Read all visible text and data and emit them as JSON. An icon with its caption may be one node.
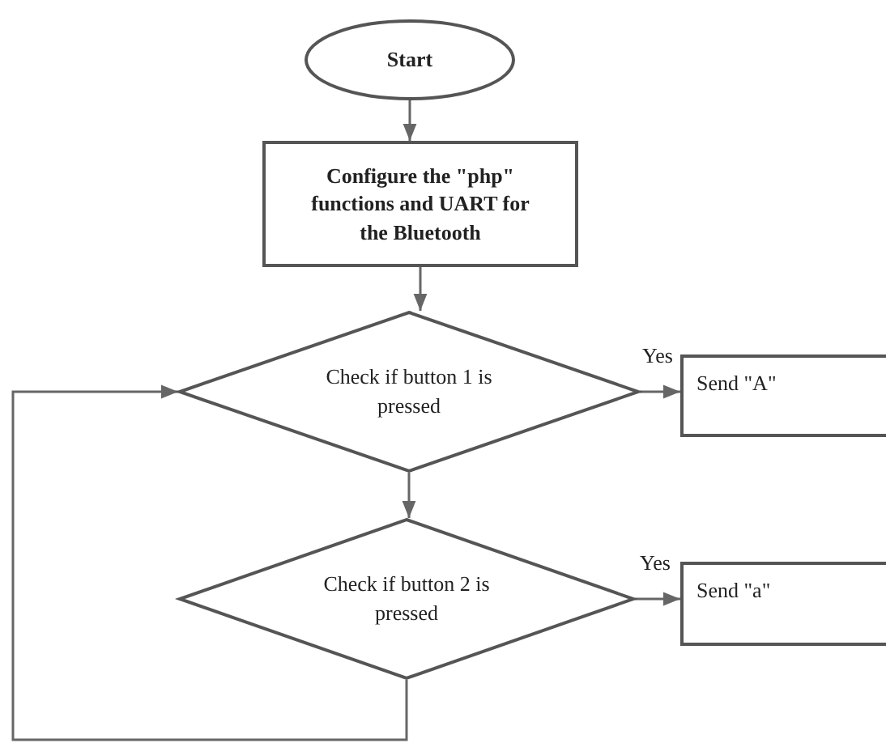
{
  "diagram": {
    "nodes": [
      {
        "text": [
          "Start"
        ]
      },
      {
        "text": [
          "Configure the \"php\" functions and UART for the Bluetooth"
        ]
      },
      {
        "text": [
          "Check if button 1 is pressed"
        ]
      },
      {
        "text": [
          "Send \"A\""
        ]
      },
      {
        "text": [
          "Check if button 2 is pressed"
        ]
      },
      {
        "text": [
          "Send \"a\""
        ]
      }
    ],
    "edges": [
      {
        "from": 0,
        "to": 1,
        "arrow": "to"
      },
      {
        "from": 1,
        "to": 2,
        "arrow": "to"
      },
      {
        "from": 2,
        "to": 3,
        "arrow": "to",
        "label": "Yes"
      },
      {
        "from": 2,
        "to": 4,
        "arrow": "to"
      },
      {
        "from": 4,
        "to": 5,
        "arrow": "to",
        "label": "Yes"
      },
      {
        "from": 4,
        "to": 2,
        "arrow": "to"
      }
    ]
  }
}
